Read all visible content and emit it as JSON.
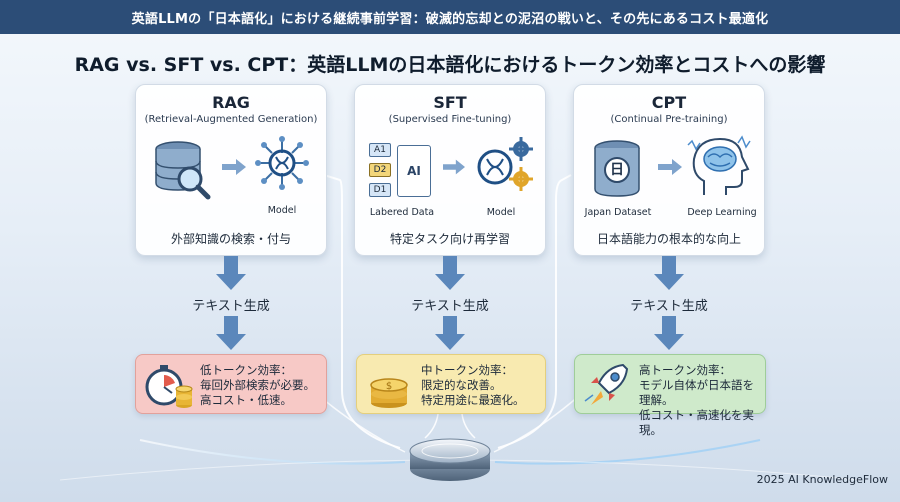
{
  "header": {
    "banner": "英語LLMの「日本語化」における継続事前学習：破滅的忘却との泥沼の戦いと、その先にあるコスト最適化",
    "title": "RAG vs. SFT vs. CPT：英語LLMの日本語化におけるトークン効率とコストへの影響"
  },
  "columns": [
    {
      "title": "RAG",
      "subtitle": "(Retrieval-Augmented Generation)",
      "icon_labels": [
        "",
        "Model"
      ],
      "description": "外部知識の検索・付与",
      "generation": "テキスト生成",
      "result": [
        "低トークン効率：",
        "毎回外部検索が必要。",
        "高コスト・低速。"
      ],
      "result_color": "#f7c9c6",
      "icons": [
        "database-search-icon",
        "neural-model-icon"
      ]
    },
    {
      "title": "SFT",
      "subtitle": "(Supervised Fine-tuning)",
      "icon_labels": [
        "Labered Data",
        "Model"
      ],
      "data_tags": [
        "A1",
        "D2",
        "D1"
      ],
      "data_center": "AI",
      "description": "特定タスク向け再学習",
      "generation": "テキスト生成",
      "result": [
        "中トークン効率：",
        "限定的な改善。",
        "特定用途に最適化。"
      ],
      "result_color": "#f8eab0",
      "icons": [
        "labeled-data-icon",
        "model-gears-icon"
      ]
    },
    {
      "title": "CPT",
      "subtitle": "(Continual Pre-training)",
      "icon_labels": [
        "Japan Dataset",
        "Deep Learning"
      ],
      "dataset_glyph": "日",
      "description": "日本語能力の根本的な向上",
      "generation": "テキスト生成",
      "result": [
        "高トークン効率：",
        "モデル自体が日本語を理解。",
        "低コスト・高速化を実現。"
      ],
      "result_color": "#cfeacb",
      "icons": [
        "japan-dataset-icon",
        "brain-head-icon"
      ]
    }
  ],
  "footer": "2025 AI KnowledgeFlow",
  "colors": {
    "banner": "#2c4d77",
    "arrow": "#5b87bb",
    "accent": "#2f6fb0"
  }
}
